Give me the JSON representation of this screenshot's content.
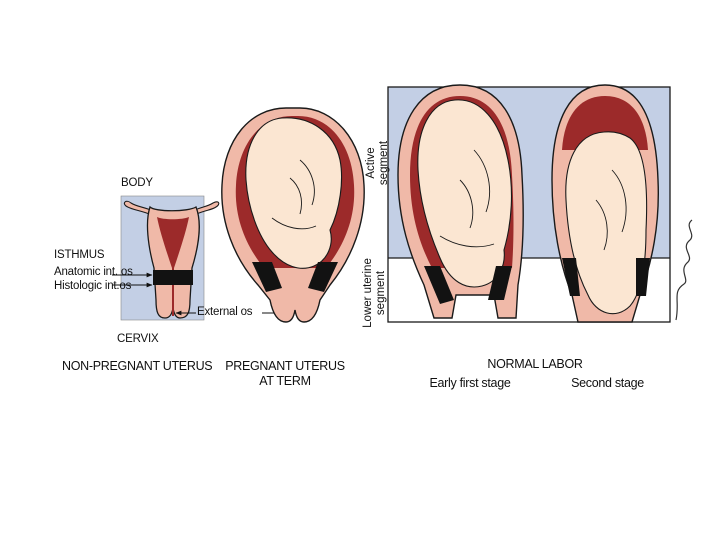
{
  "labels": {
    "body": "BODY",
    "isthmus": "ISTHMUS",
    "anatomic_int_os": "Anatomic int. os",
    "histologic_int_os": "Histologic int.os",
    "external_os": "External os",
    "cervix": "CERVIX",
    "active_segment_line1": "Active",
    "active_segment_line2": "segment",
    "lower_segment_line1": "Lower uterine",
    "lower_segment_line2": "segment"
  },
  "captions": {
    "non_pregnant": "NON-PREGNANT UTERUS",
    "pregnant_line1": "PREGNANT UTERUS",
    "pregnant_line2": "AT TERM",
    "normal_labor": "NORMAL LABOR",
    "early_first_stage": "Early first stage",
    "second_stage": "Second stage"
  },
  "colors": {
    "active_segment_bg": "#c3cfe5",
    "uterus_wall": "#f0b9a8",
    "uterine_cavity": "#9c2a2a",
    "isthmus_band": "#121212",
    "fetus_skin": "#fbe6d2",
    "outline": "#1a1a1a"
  }
}
